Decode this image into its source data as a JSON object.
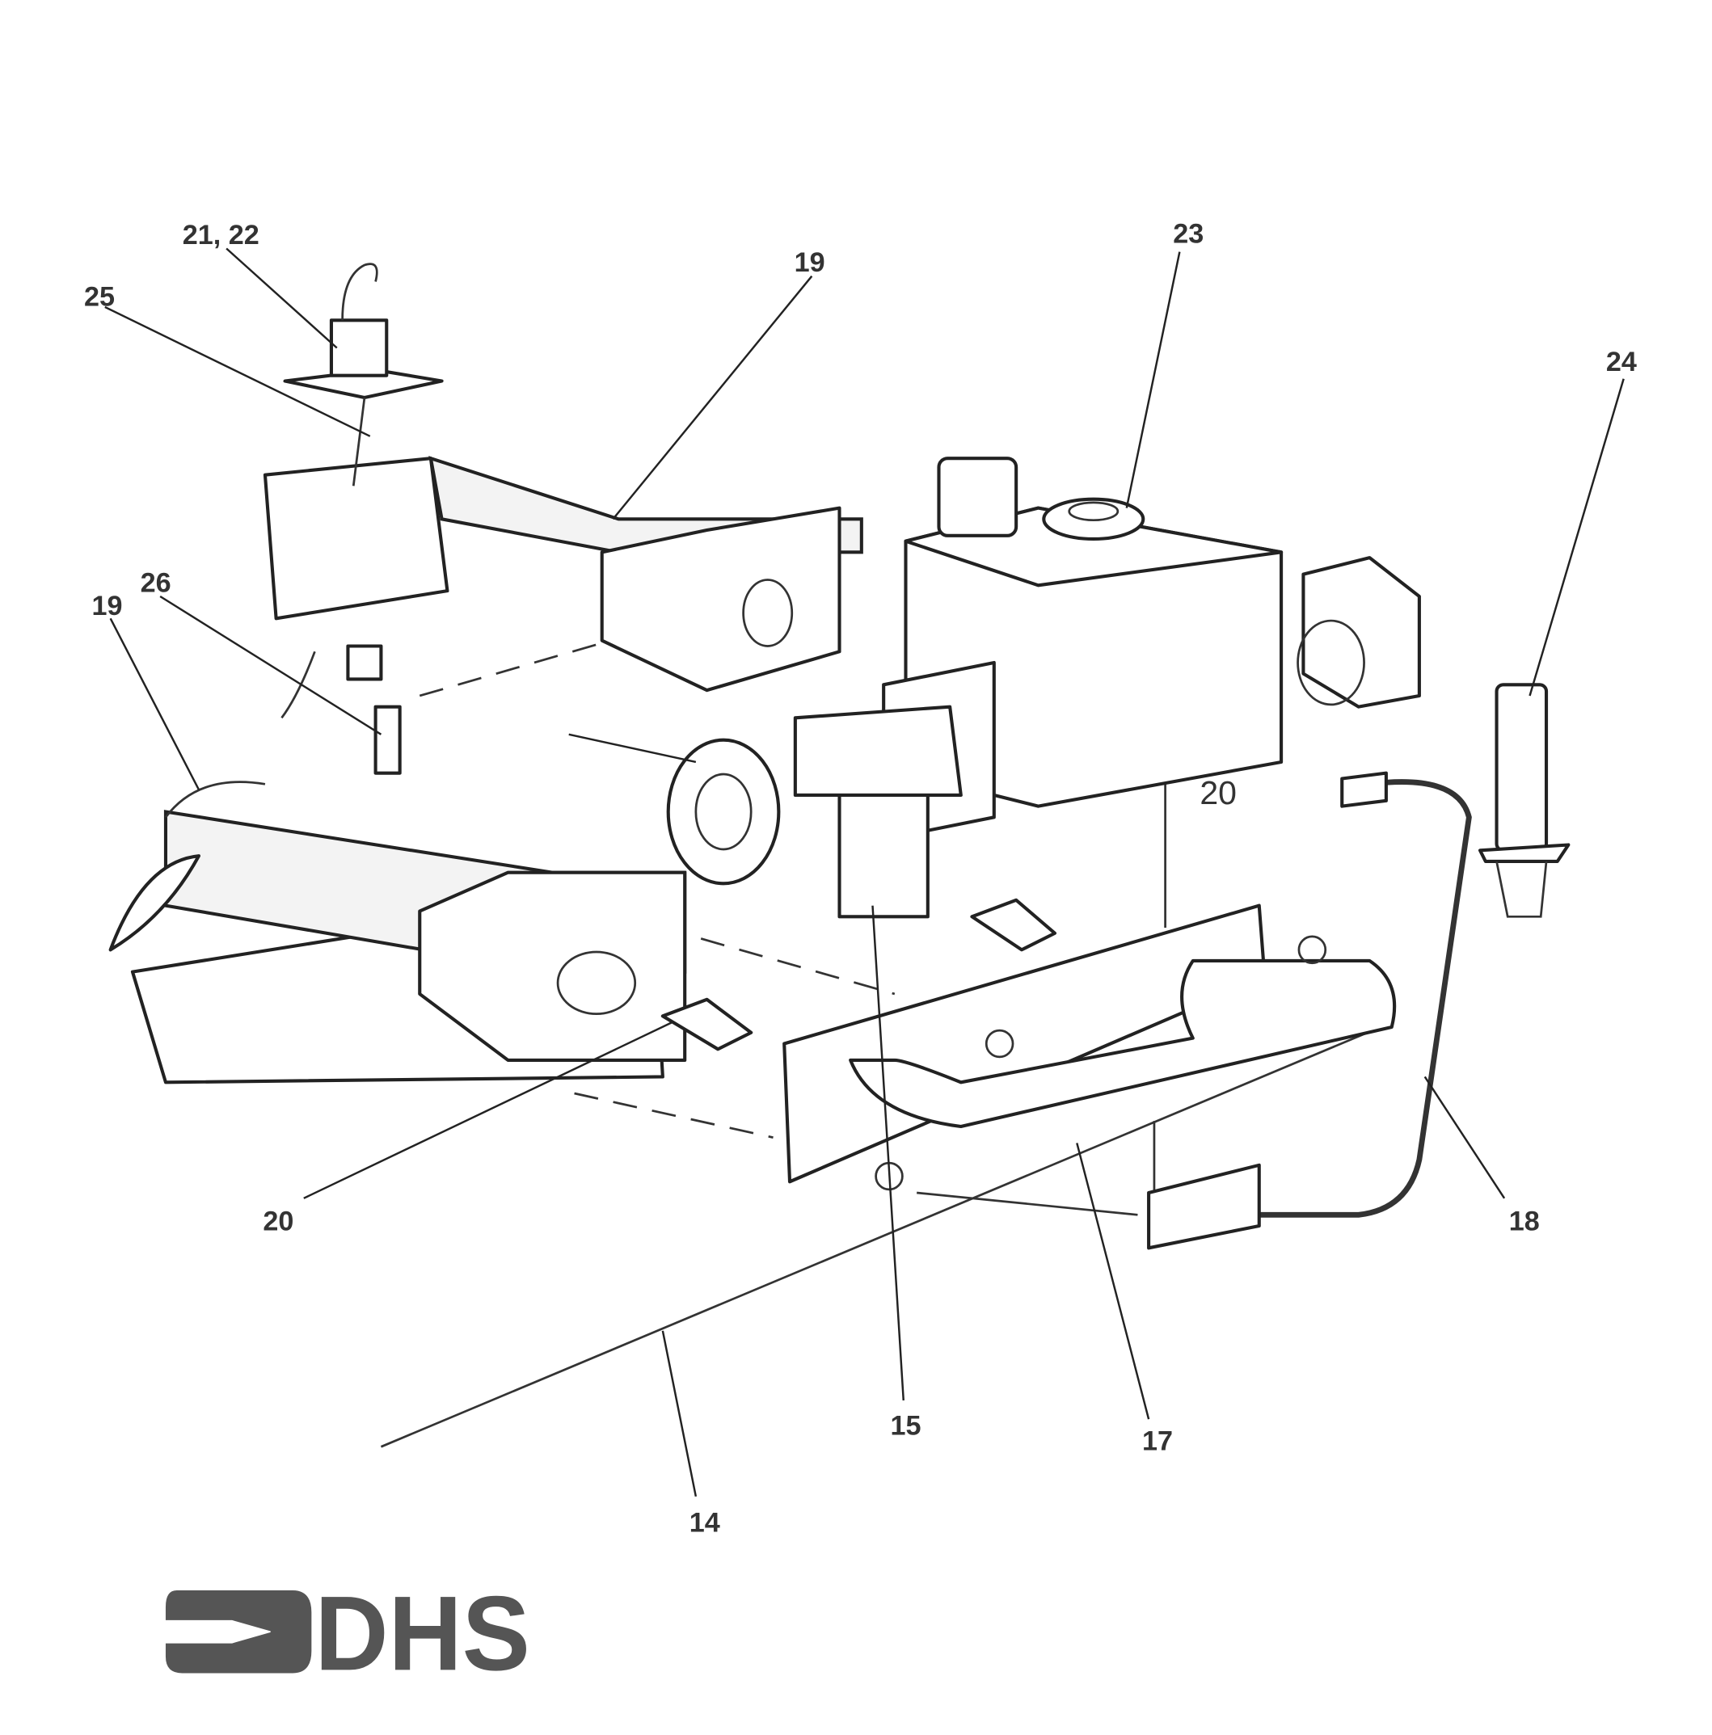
{
  "diagram": {
    "title": "Burner and gas valve assembly — exploded parts view",
    "logo_text": "DHS",
    "callouts": [
      {
        "id": "c-21-22",
        "label": "21, 22"
      },
      {
        "id": "c-25",
        "label": "25"
      },
      {
        "id": "c-19-top",
        "label": "19"
      },
      {
        "id": "c-23",
        "label": "23"
      },
      {
        "id": "c-24",
        "label": "24"
      },
      {
        "id": "c-26",
        "label": "26"
      },
      {
        "id": "c-19-left",
        "label": "19"
      },
      {
        "id": "c-20-inline",
        "label": "20"
      },
      {
        "id": "c-20",
        "label": "20"
      },
      {
        "id": "c-18",
        "label": "18"
      },
      {
        "id": "c-15",
        "label": "15"
      },
      {
        "id": "c-17",
        "label": "17"
      },
      {
        "id": "c-14",
        "label": "14"
      }
    ]
  }
}
